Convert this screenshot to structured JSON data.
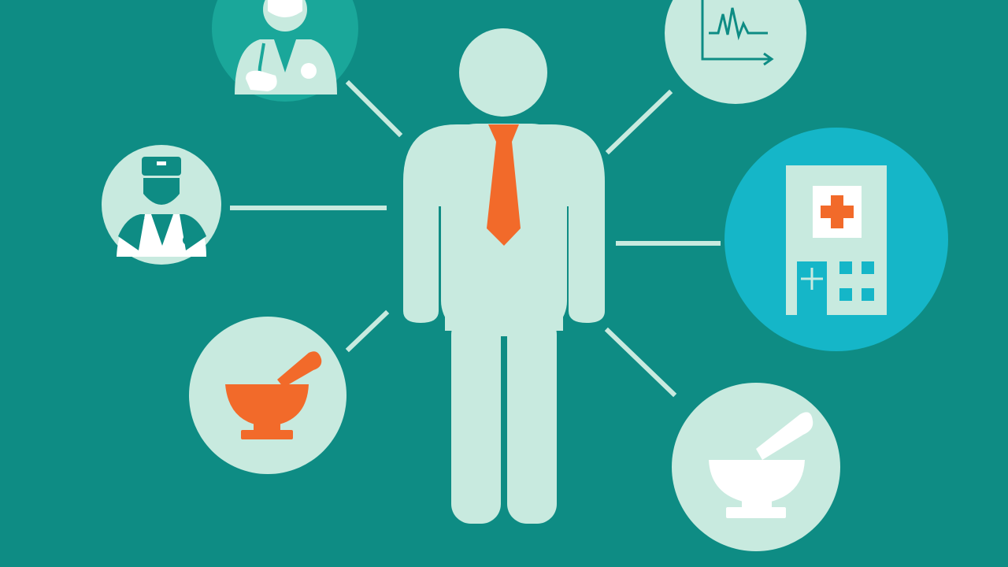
{
  "colors": {
    "background": "#0e8c84",
    "figure": "#c8eadf",
    "accent_orange": "#f26a2a",
    "hospital_circle": "#15b6c8",
    "doctor_circle": "#1aa79a",
    "icon_dark": "#0e8c84",
    "icon_white": "#ffffff"
  },
  "nodes": [
    {
      "name": "doctor-top-node",
      "icon": "doctor-icon"
    },
    {
      "name": "ecg-chart-node",
      "icon": "ecg-chart-icon"
    },
    {
      "name": "doctor-left-node",
      "icon": "doctor-with-cap-icon"
    },
    {
      "name": "hospital-node",
      "icon": "hospital-building-icon"
    },
    {
      "name": "mortar-orange-node",
      "icon": "mortar-pestle-icon"
    },
    {
      "name": "mortar-white-node",
      "icon": "mortar-pestle-icon"
    }
  ],
  "center": {
    "icon": "person-with-tie-icon"
  }
}
